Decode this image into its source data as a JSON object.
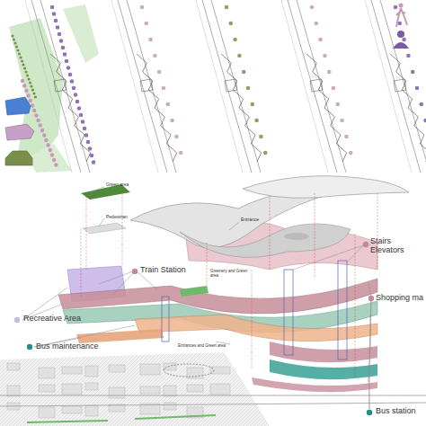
{
  "diagram": {
    "labels": [
      "Green area",
      "Pedestrian",
      "Entrance",
      "Greenery and Green area",
      "Train Station",
      "Stairs Elevators",
      "Shopping ma",
      "Recreative Area",
      "Bus maintenance",
      "Entrances and Green area",
      "Bus station"
    ]
  }
}
